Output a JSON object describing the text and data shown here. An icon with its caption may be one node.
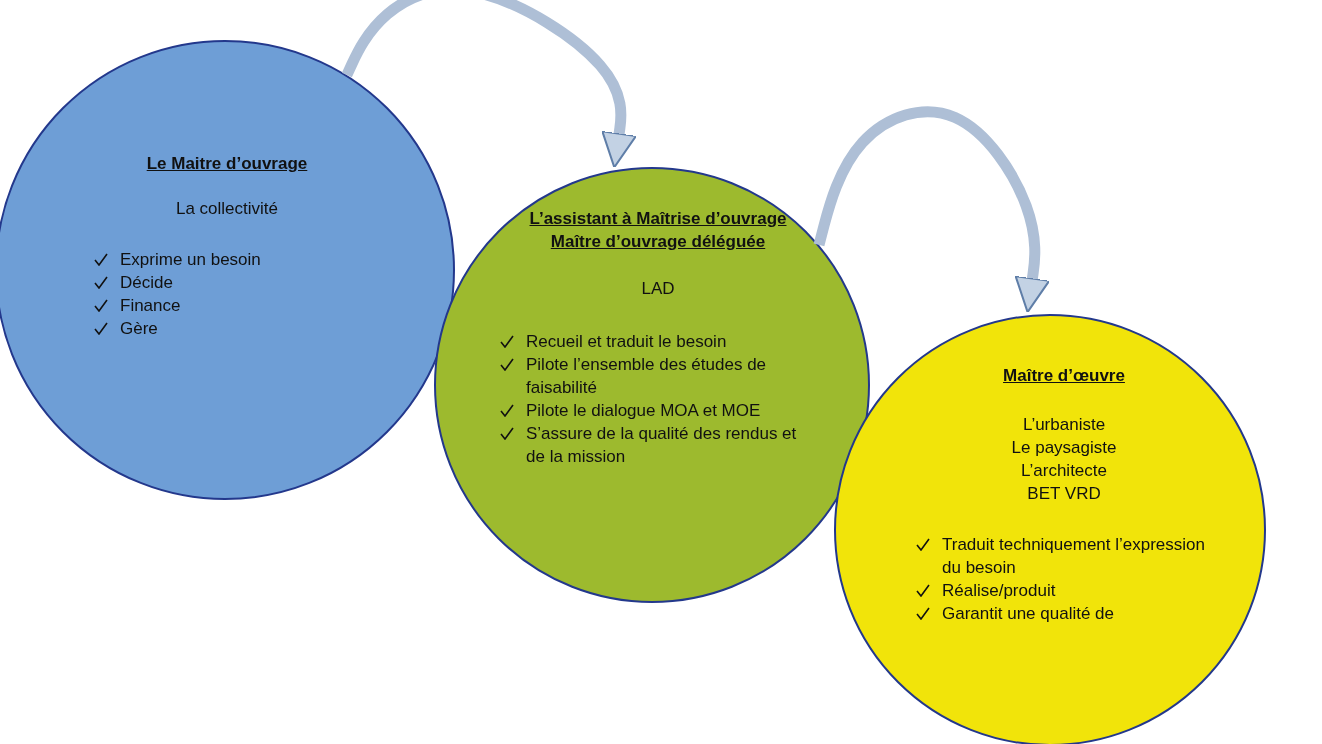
{
  "diagram": {
    "nodes": [
      {
        "text": [
          "Le Maitre d’ouvrage",
          "La collectivité",
          "Exprime un besoin",
          "Décide",
          "Finance",
          "Gère"
        ]
      },
      {
        "text": [
          "L’assistant à Maîtrise d’ouvrage",
          "Maître d’ouvrage déléguée",
          "LAD",
          "Recueil et traduit le besoin",
          "Pilote l’ensemble des études de faisabilité",
          "Pilote le dialogue MOA et MOE",
          "S’assure de la qualité des rendus et de la mission"
        ]
      },
      {
        "text": [
          "Maître d’œuvre",
          "L’urbaniste",
          "Le paysagiste",
          "L’architecte",
          "BET VRD",
          "Traduit techniquement l’expression du besoin",
          "Réalise/produit",
          "Garantit une qualité de"
        ]
      }
    ],
    "edges": [
      {
        "from": 0,
        "to": 1,
        "arrow": "to"
      },
      {
        "from": 1,
        "to": 2,
        "arrow": "to"
      }
    ]
  }
}
